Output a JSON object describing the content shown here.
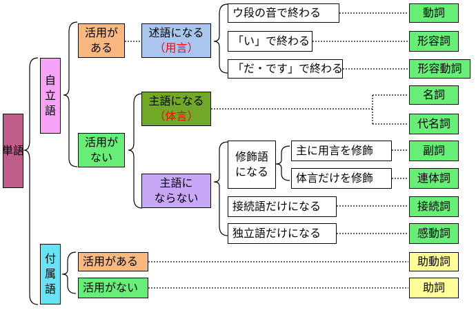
{
  "root": "単語",
  "jiritsugo": [
    "自",
    "立",
    "語"
  ],
  "fuzokugo": [
    "付",
    "属",
    "語"
  ],
  "katsuyou_ari": [
    "活用が",
    "ある"
  ],
  "katsuyou_nashi": [
    "活用が",
    "ない"
  ],
  "jutsugo": [
    "述語になる",
    "（用言）"
  ],
  "shugo": [
    "主語になる",
    "（体言）"
  ],
  "shugo_naranai": [
    "主語に",
    "ならない"
  ],
  "shuushoku": [
    "修飾語",
    "になる"
  ],
  "conditions": {
    "u_dan": "ウ段の音で終わる",
    "i_end": "「い」で終わる",
    "da_desu": "「だ・です」で終わる",
    "yougen_shuushoku": "主に用言を修飾",
    "taigen_shuushoku": "体言だけを修飾",
    "setsuzoku": "接続語だけになる",
    "dokuritsu": "独立語だけになる",
    "fuzoku_ari": "活用がある",
    "fuzoku_nashi": "活用がない"
  },
  "parts_of_speech": {
    "doushi": "動詞",
    "keiyoushi": "形容詞",
    "keiyoudoushi": "形容動詞",
    "meishi": "名詞",
    "daimeishi": "代名詞",
    "fukushi": "副詞",
    "rentaishi": "連体詞",
    "setsuzokushi": "接続詞",
    "kandoushi": "感動詞",
    "jodoushi": "助動詞",
    "joshi": "助詞"
  },
  "colors": {
    "root": "#c05c8a",
    "jiritsugo": "#f6a2f6",
    "fuzokugo": "#66e3f5",
    "katsuyou_ari": "#f9b880",
    "katsuyou_nashi": "#66ee77",
    "jutsugo": "#a9c6ee",
    "shugo": "#71a828",
    "shugo_naranai": "#c8a7f6",
    "parts": "#66ee77",
    "fuzoku_parts": "#ffff99",
    "accent_text": "#ff0000"
  }
}
